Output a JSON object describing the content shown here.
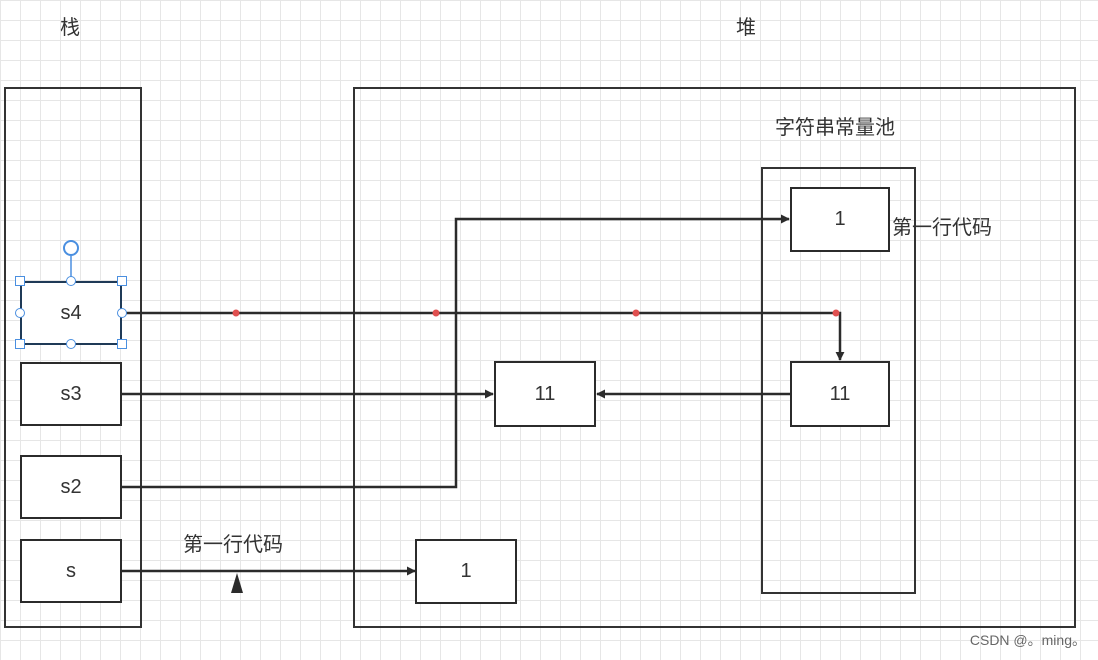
{
  "sections": {
    "stack_title": "栈",
    "heap_title": "堆",
    "pool_title": "字符串常量池"
  },
  "variables": {
    "s4": "s4",
    "s3": "s3",
    "s2": "s2",
    "s": "s"
  },
  "objects": {
    "pool_1": "1",
    "pool_11": "11",
    "heap_11": "11",
    "heap_1": "1"
  },
  "annotations": {
    "pool_line_label": "第一行代码",
    "bottom_line_label": "第一行代码"
  },
  "watermark": "CSDN @。ming。",
  "colors": {
    "line": "#2b2b2b",
    "selection_handle": "#4a8fe0",
    "waypoint": "#e05050"
  }
}
